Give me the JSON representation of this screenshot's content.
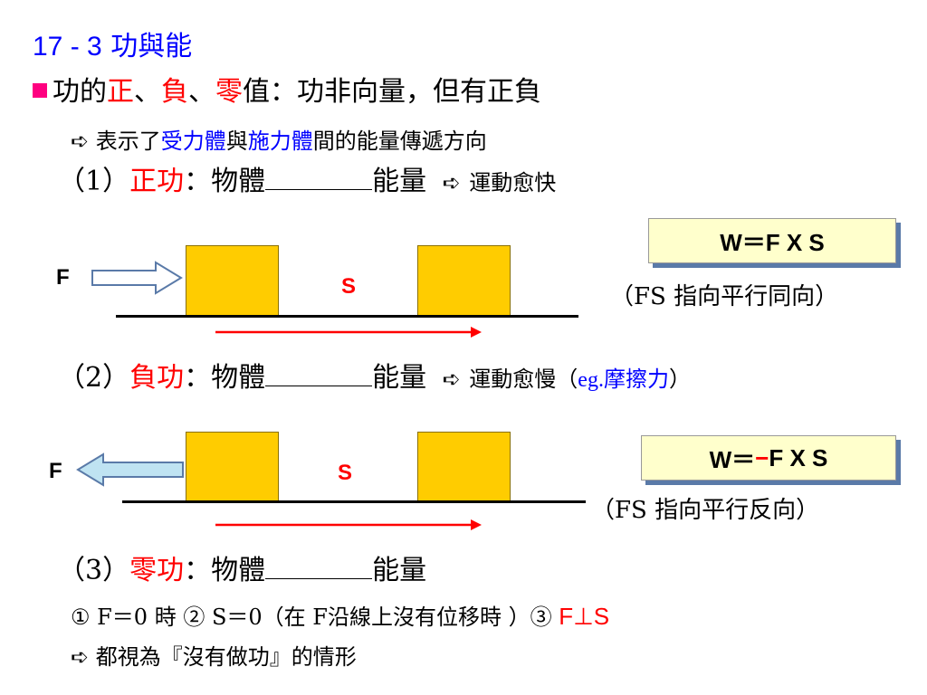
{
  "title": {
    "number": "17 - 3",
    "text": "功與能"
  },
  "bullet": {
    "prefix": "功的",
    "positive": "正",
    "sep1": "、",
    "negative": "負",
    "sep2": "、",
    "zero": "零",
    "suffix": "值：功非向量，但有正負"
  },
  "note": {
    "arrow": "➪",
    "t1": "表示了",
    "receiver": "受力體",
    "t2": "與",
    "giver": "施力體",
    "t3": "間的能量傳遞方向"
  },
  "case1": {
    "num": "（1）",
    "kind": "正功",
    "colon": "：物體",
    "energy": "能量",
    "arrow": "➪",
    "result": "運動愈快",
    "formula": "W＝F X S",
    "direction": "（FS 指向平行同向）",
    "force_label": "F",
    "disp_label": "S"
  },
  "case2": {
    "num": "（2）",
    "kind": "負功",
    "colon": "：物體",
    "energy": "能量",
    "arrow": "➪",
    "result": "運動愈慢（",
    "eg": "eg.",
    "friction": "摩擦力",
    "close": "）",
    "formula_pre": "W＝",
    "formula_minus": "−",
    "formula_post": "F X S",
    "direction": "（FS 指向平行反向）",
    "force_label": "F",
    "disp_label": "S"
  },
  "case3": {
    "num": "（3）",
    "kind": "零功",
    "colon": "：物體",
    "energy": "能量",
    "conditions": "① F＝0 時 ② S＝0（在 F沿線上沒有位移時 ）③",
    "perp": "F⊥S",
    "conclusion_arrow": "➪",
    "conclusion": "都視為『沒有做功』的情形"
  },
  "colors": {
    "title": "#0000ff",
    "highlight": "#ff0000",
    "emphasis": "#0000ff",
    "bullet": "#ff0080",
    "block": "#ffcc00",
    "formula_bg": "#ffffcc",
    "arrow": "#ff0000"
  }
}
